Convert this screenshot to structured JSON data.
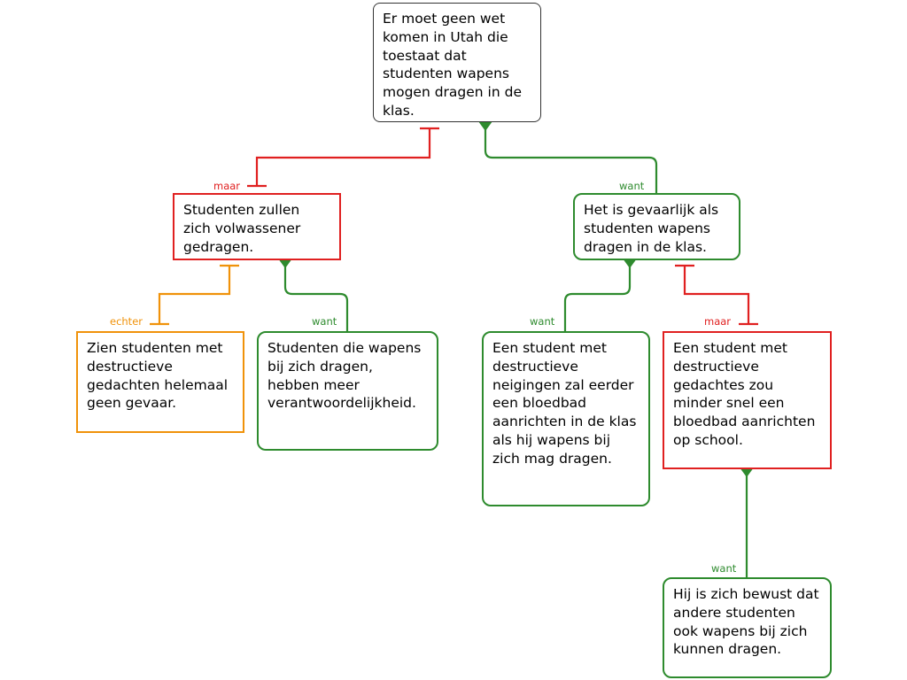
{
  "colors": {
    "support": "#2e8b2e",
    "objection": "#e02020",
    "rebuttal": "#f0920a",
    "conclusion_border": "#333333"
  },
  "nodes": {
    "claim": "Er moet geen wet komen in Utah die toestaat dat studenten wapens mogen dragen in de klas.",
    "obj1": "Studenten zullen zich volwassener gedragen.",
    "reason1": "Het is gevaarlijk als studenten wapens dragen in de klas.",
    "reb1": "Zien studenten met destructieve gedachten helemaal geen gevaar.",
    "sup_obj1": "Studenten die wapens bij zich dragen, hebben meer verantwoordelijkheid.",
    "sup_r1": "Een student met destructieve neigingen zal eerder een bloedbad aanrichten in de klas als hij wapens bij zich mag dragen.",
    "obj2": "Een student met destructieve gedachtes zou minder snel een bloedbad aanrichten op school.",
    "sup_obj2": "Hij is zich bewust dat andere studenten ook wapens bij zich kunnen dragen."
  },
  "labels": {
    "maar_1": "maar",
    "want_1": "want",
    "echter_1": "echter",
    "want_2": "want",
    "want_3": "want",
    "maar_2": "maar",
    "want_4": "want"
  }
}
